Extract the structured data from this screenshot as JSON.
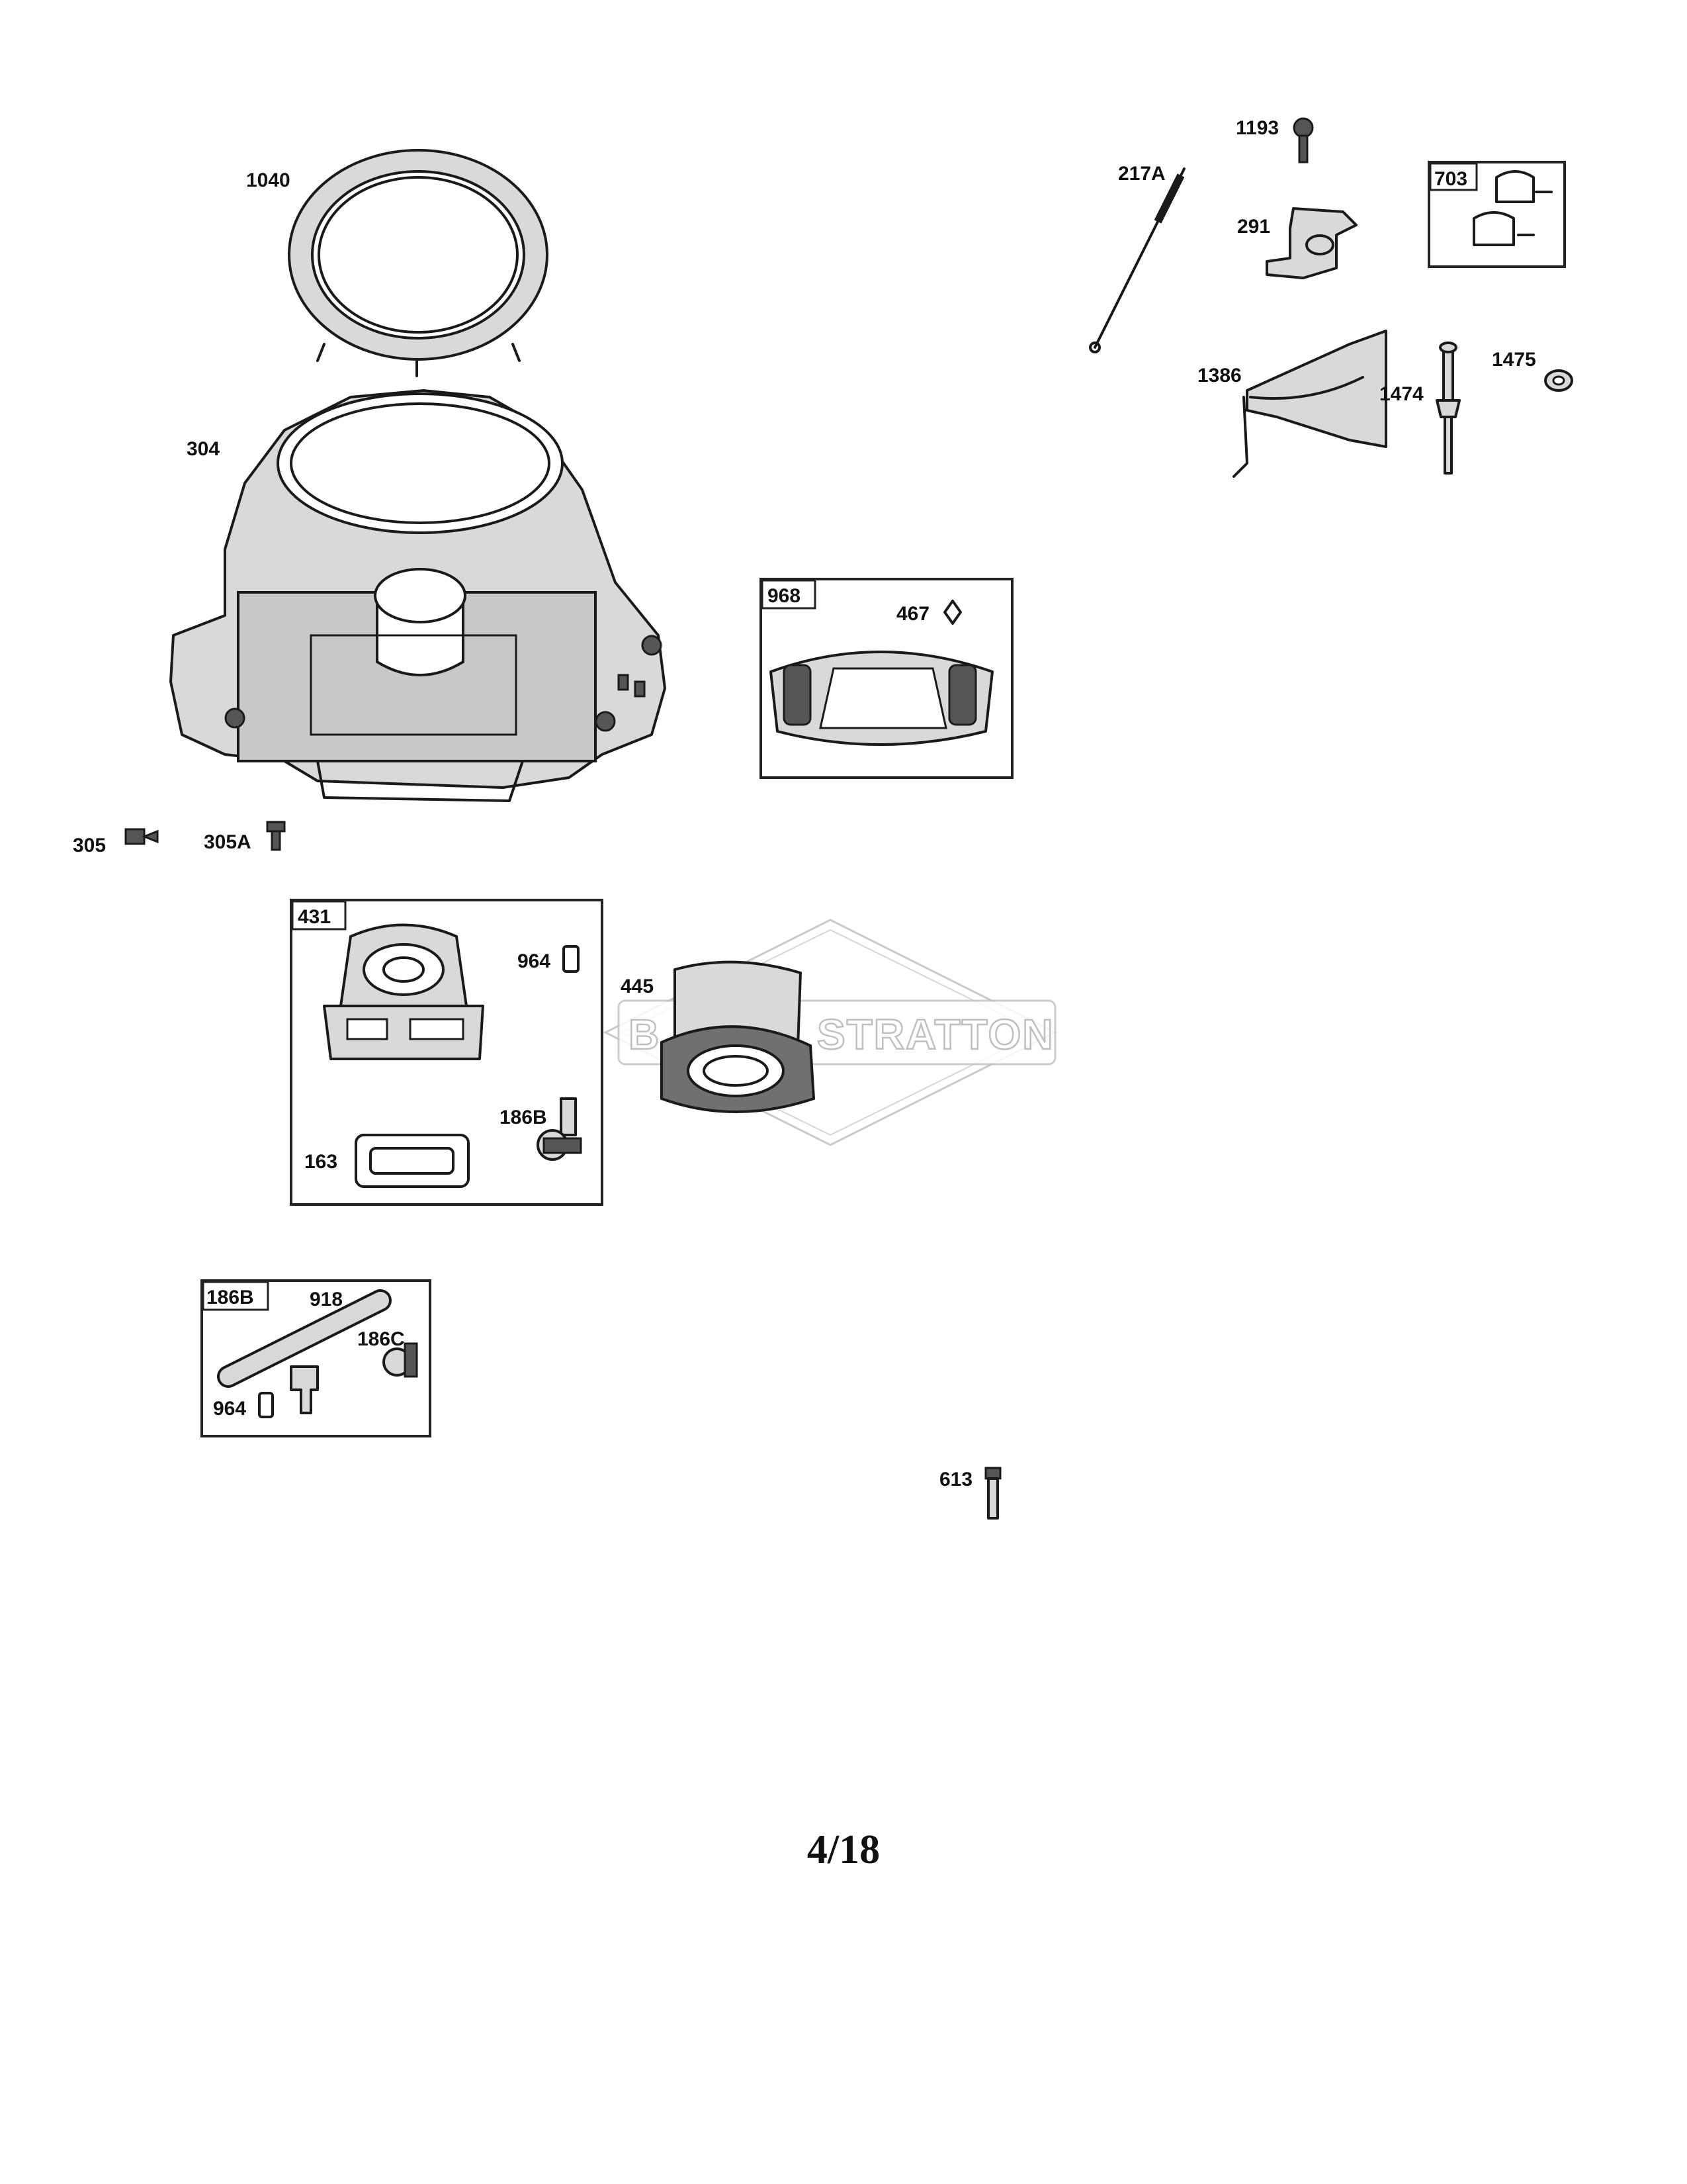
{
  "diagram": {
    "callouts": {
      "p1040": "1040",
      "p304": "304",
      "p305": "305",
      "p305A": "305A",
      "p1193": "1193",
      "p217A": "217A",
      "p291": "291",
      "p1386": "1386",
      "p1474": "1474",
      "p1475": "1475",
      "p467": "467",
      "p964a": "964",
      "p445": "445",
      "p186Ba": "186B",
      "p163": "163",
      "p918": "918",
      "p186C": "186C",
      "p964b": "964",
      "p613": "613"
    },
    "kits": {
      "k703": "703",
      "k968": "968",
      "k431": "431",
      "k186B": "186B"
    },
    "watermark": "STRATTON"
  },
  "page": {
    "number": "4/18"
  }
}
